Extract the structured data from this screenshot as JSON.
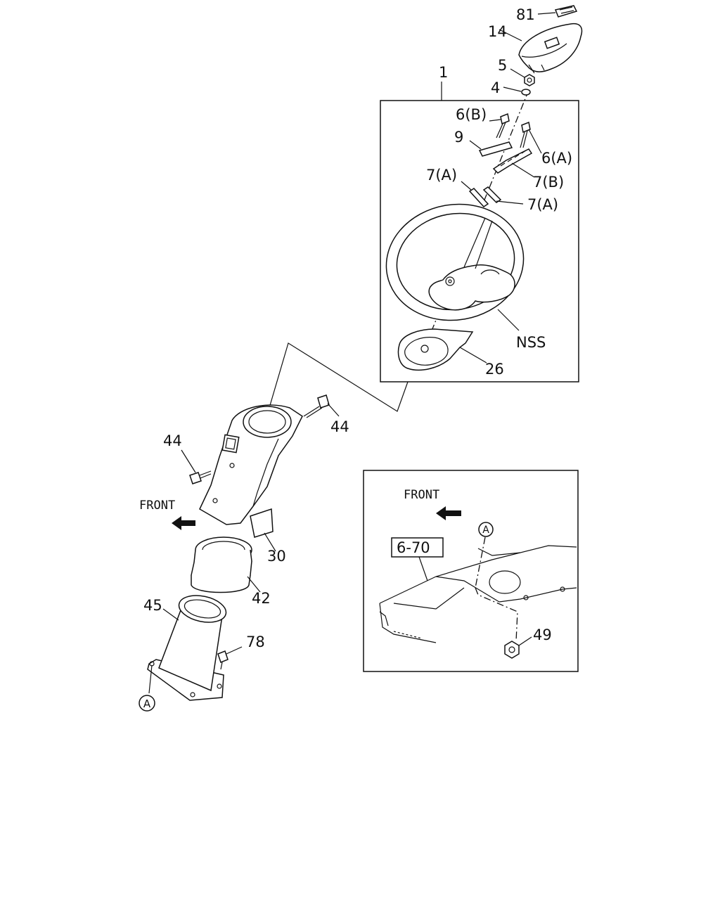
{
  "callouts": {
    "c81": "81",
    "c14": "14",
    "c5": "5",
    "c4": "4",
    "c1": "1",
    "c6b": "6(B)",
    "c9": "9",
    "c6a": "6(A)",
    "c7a_left": "7(A)",
    "c7b": "7(B)",
    "c7a_right": "7(A)",
    "cnss": "NSS",
    "c26": "26",
    "c44_right": "44",
    "c44_left": "44",
    "c30": "30",
    "c42": "42",
    "c45": "45",
    "c78": "78",
    "c49": "49",
    "ref_box": "6-70"
  },
  "front_labels": {
    "main": "FRONT",
    "inset": "FRONT"
  },
  "markers": {
    "a_bottom": "A",
    "a_inset": "A"
  }
}
